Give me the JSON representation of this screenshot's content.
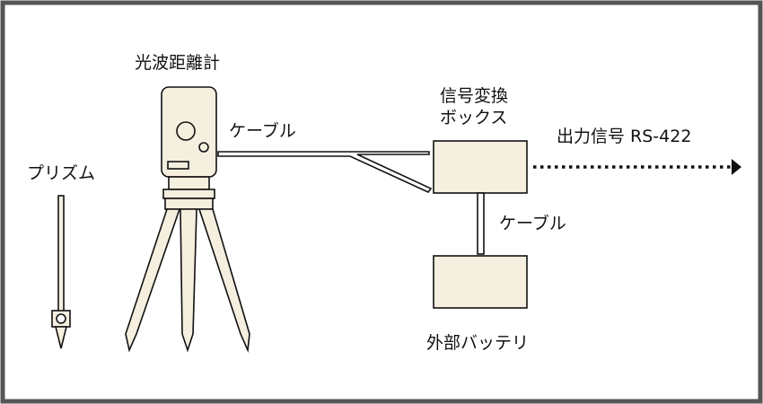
{
  "labels": {
    "edm": "光波距離計",
    "prism": "プリズム",
    "cable_top": "ケーブル",
    "converter_line1": "信号変換",
    "converter_line2": "ボックス",
    "output": "出力信号 RS-422",
    "cable_vertical": "ケーブル",
    "battery": "外部バッテリ"
  },
  "colors": {
    "frame": "#555555",
    "fill": "#f5efdf",
    "stroke": "#111111",
    "background": "#ffffff"
  },
  "icons": [
    "prism-icon",
    "edm-instrument-icon",
    "tripod-icon",
    "arrow-right-icon"
  ]
}
